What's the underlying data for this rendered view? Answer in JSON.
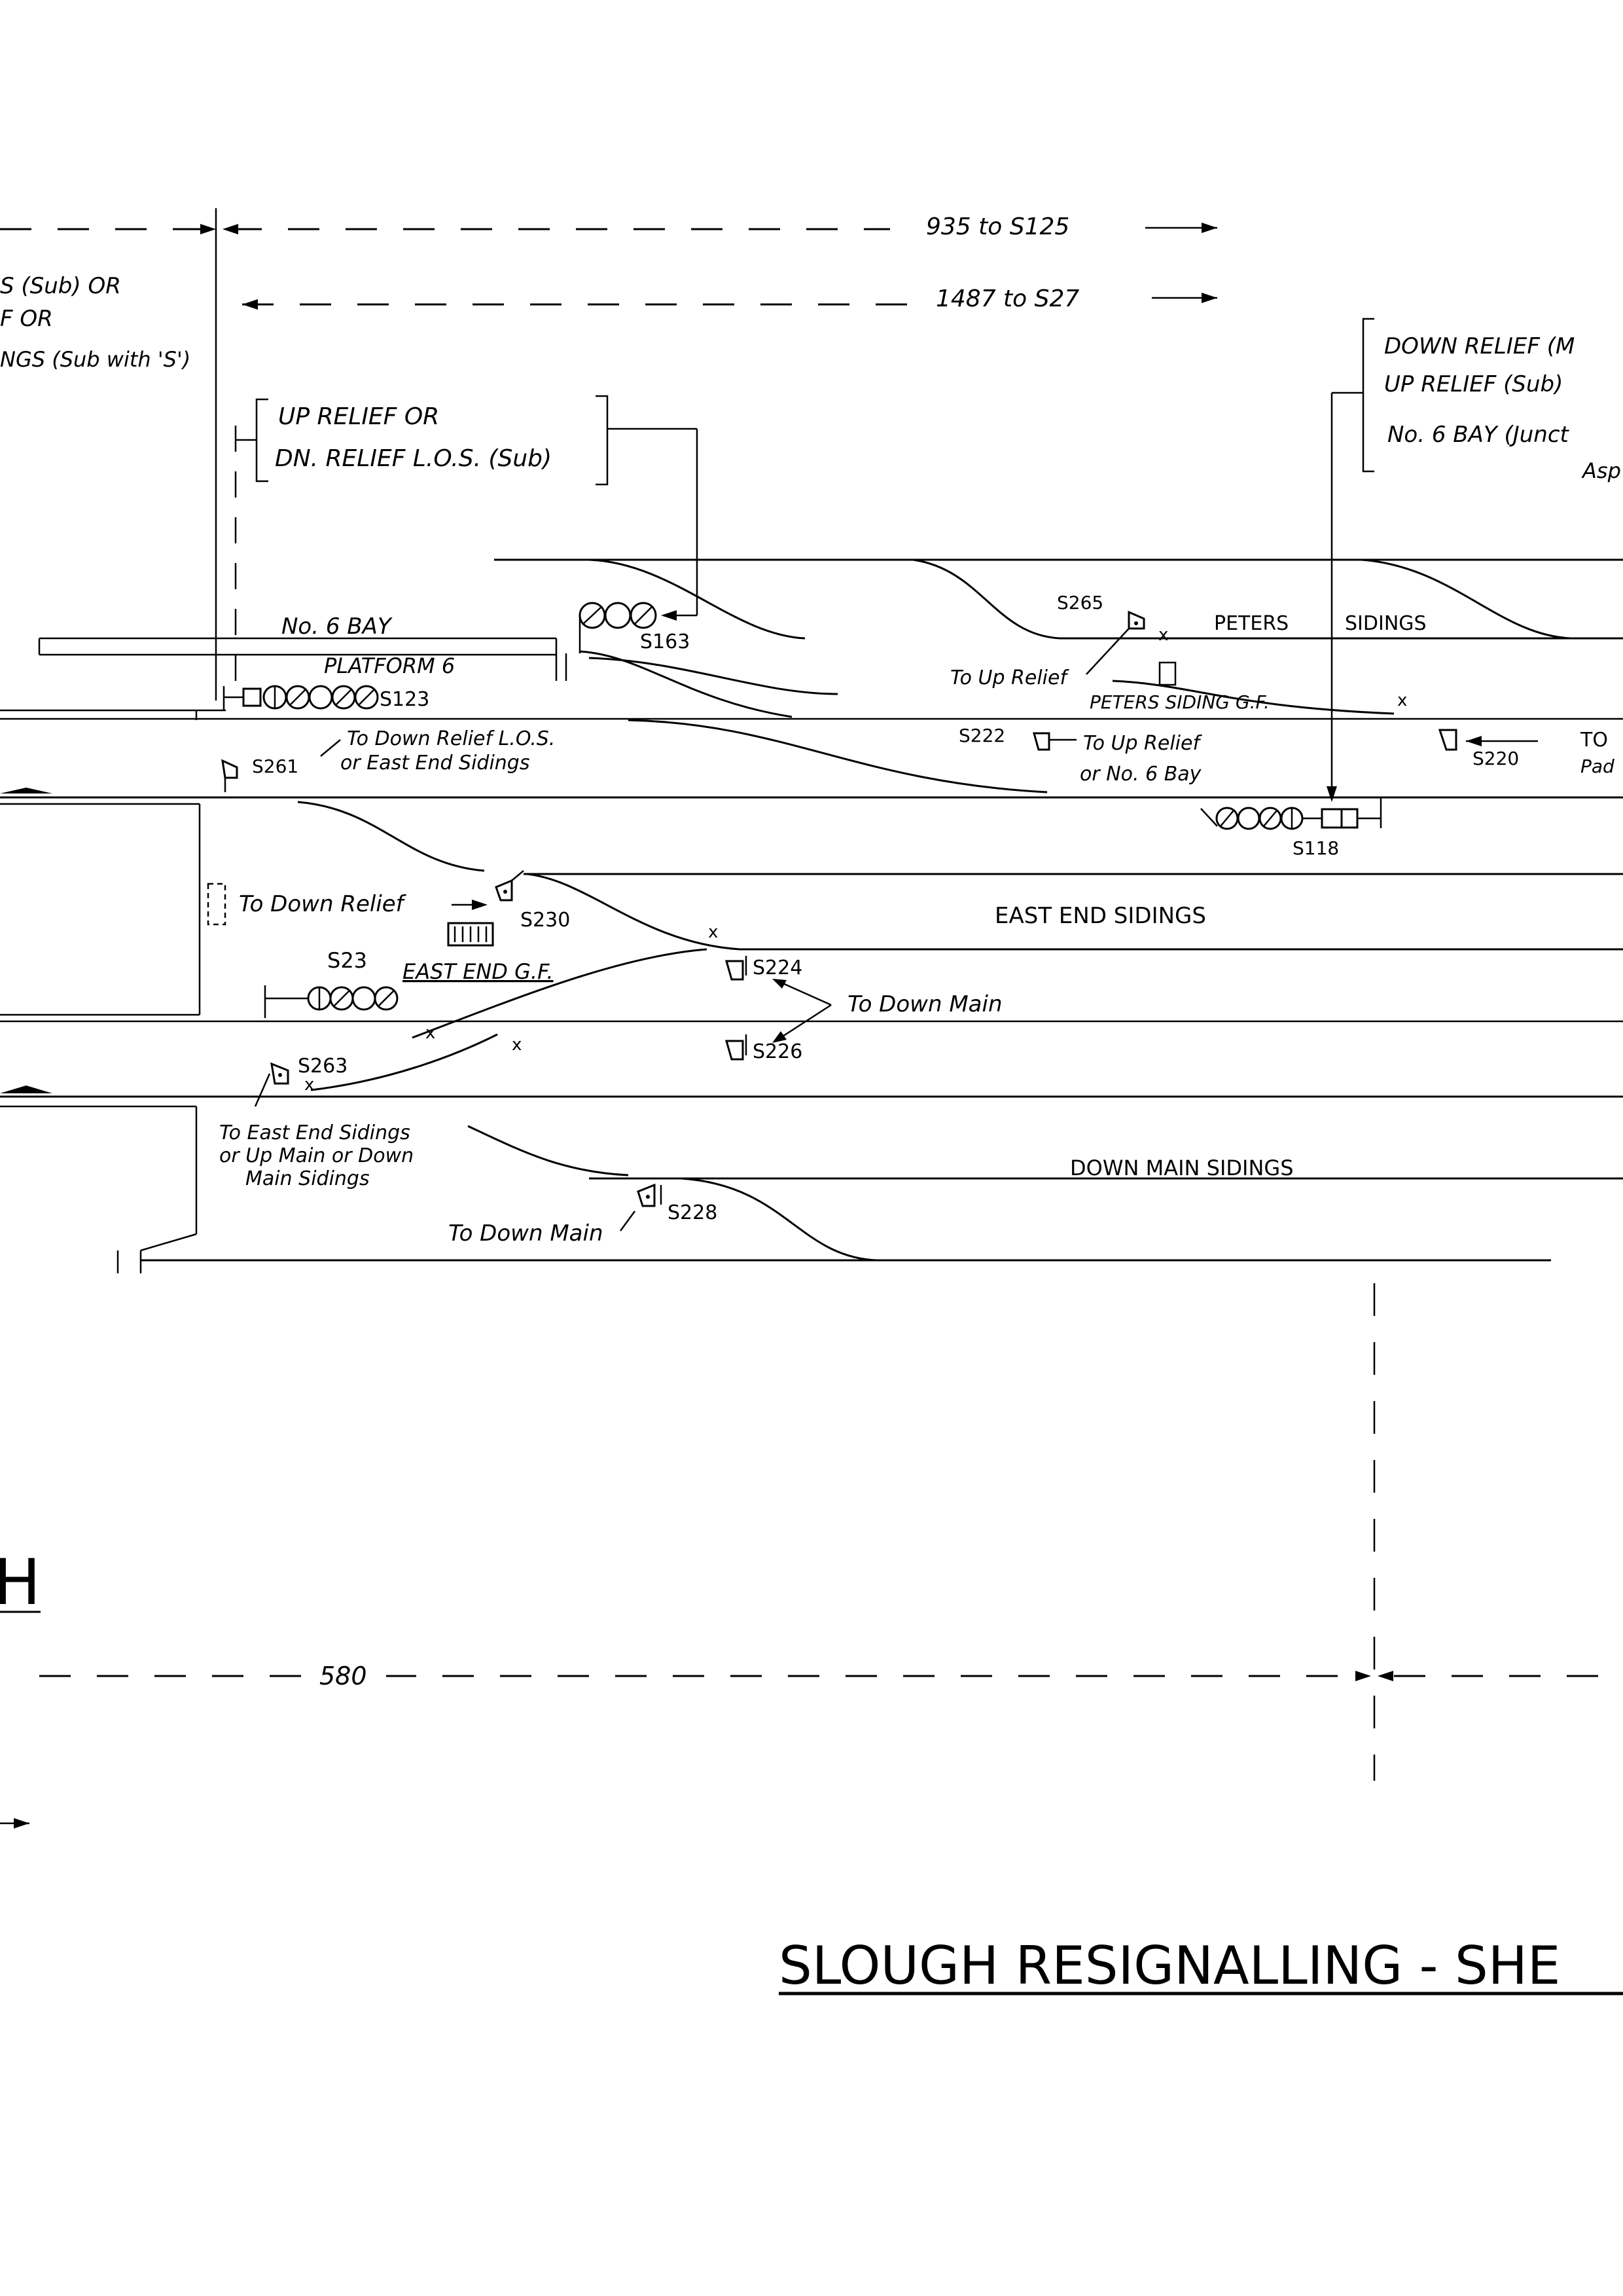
{
  "dimensions": {
    "d935": "935 to S125",
    "d1487": "1487 to S27",
    "d580": "580"
  },
  "route_text": {
    "left_top1": "S (Sub) OR",
    "left_top2": "F OR",
    "left_top3": "NGS (Sub with 'S')",
    "up_relief1": "UP RELIEF OR",
    "up_relief2": "DN. RELIEF L.O.S. (Sub)",
    "right_top1": "DOWN RELIEF (M",
    "right_top2": "UP RELIEF (Sub)",
    "right_top3": "No. 6 BAY (Junct",
    "right_top4": "Asp"
  },
  "track_labels": {
    "no6bay": "No. 6 BAY",
    "platform6": "PLATFORM 6",
    "peters_sidings_a": "PETERS",
    "peters_sidings_b": "SIDINGS",
    "peters_siding_gf": "PETERS SIDING G.F.",
    "east_end_sidings": "EAST END SIDINGS",
    "east_end_gf": "EAST END G.F.",
    "down_main_sidings": "DOWN MAIN SIDINGS",
    "big_h": "H"
  },
  "signals": {
    "s163": "S163",
    "s123": "S123",
    "s265": "S265",
    "s222": "S222",
    "s220": "S220",
    "s261": "S261",
    "s118": "S118",
    "s230": "S230",
    "s23": "S23",
    "s224": "S224",
    "s226": "S226",
    "s263": "S263",
    "s228": "S228"
  },
  "notes": {
    "to_up_relief": "To Up Relief",
    "to_down_relief_los1": "To Down Relief L.O.S.",
    "to_down_relief_los2": "or East End Sidings",
    "to_up_relief_bay1": "To Up Relief",
    "to_up_relief_bay2": "or No. 6 Bay",
    "to_right1": "TO",
    "to_right2": "Pad",
    "to_down_relief": "To Down Relief",
    "to_down_main": "To Down Main",
    "to_east_end1": "To East End Sidings",
    "to_east_end2": "or Up Main or Down",
    "to_east_end3": "Main Sidings",
    "to_down_main2": "To Down Main"
  },
  "title": "SLOUGH  RESIGNALLING - SHE",
  "icons": [
    "signal-head-icon",
    "ground-signal-icon",
    "buffer-stop-icon",
    "arrow-icon"
  ]
}
